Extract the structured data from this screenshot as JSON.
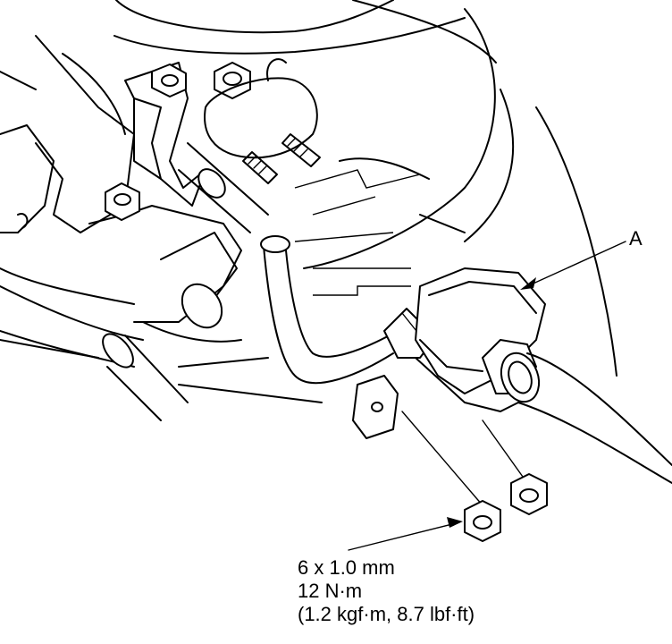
{
  "callout": {
    "label": "A"
  },
  "spec": {
    "size": "6 x 1.0 mm",
    "torque_nm": "12 N·m",
    "torque_alt": "(1.2 kgf·m, 8.7 lbf·ft)"
  }
}
